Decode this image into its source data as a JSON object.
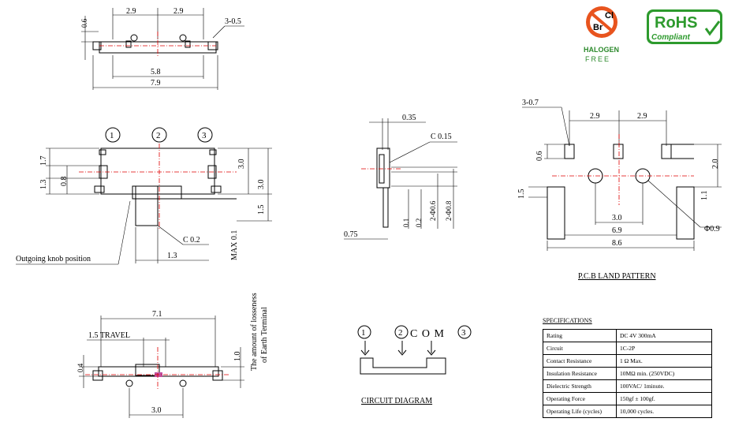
{
  "badges": {
    "halogen": {
      "line1": "Cl",
      "line2": "Br",
      "label1": "HALOGEN",
      "label2": "FREE",
      "color": "#e8541e",
      "label_color": "#2d8a2d"
    },
    "rohs": {
      "line1": "RoHS",
      "line2": "Compliant",
      "color": "#2d9a2d"
    }
  },
  "top_view": {
    "dims": [
      "0.6",
      "2.9",
      "2.9",
      "3-0.5",
      "5.8",
      "7.9"
    ]
  },
  "front_view": {
    "pins": [
      "1",
      "2",
      "3"
    ],
    "dims": [
      "1.7",
      "1.3",
      "0.8",
      "3.0",
      "3.0",
      "1.5",
      "C 0.2",
      "1.3",
      "MAX 0.1"
    ],
    "callout": "Outgoing knob position"
  },
  "side_view": {
    "dims": [
      "0.35",
      "C 0.15",
      "0.1",
      "0.2",
      "2-Φ0.6",
      "2-Φ0.8",
      "0.75"
    ]
  },
  "pcb": {
    "dims": [
      "3-0.7",
      "2.9",
      "2.9",
      "0.6",
      "2.0",
      "1.5",
      "1.1",
      "3.0",
      "6.9",
      "8.6",
      "Φ0.9"
    ],
    "title": "P.C.B LAND PATTERN"
  },
  "bottom_view": {
    "dims": [
      "7.1",
      "1.5 TRAVEL",
      "0.4",
      "1.0",
      "3.0"
    ],
    "note_line1": "The amount of losseness",
    "note_line2": "of Earth Terminal"
  },
  "circuit": {
    "pins": [
      "1",
      "2",
      "3"
    ],
    "com_label": "C O M",
    "title": "CIRCUIT DIAGRAM"
  },
  "specifications": {
    "title": "SPECIFICATIONS",
    "rows": [
      {
        "key": "Rating",
        "value": "DC 4V 300mA"
      },
      {
        "key": "Circuit",
        "value": "1C-2P"
      },
      {
        "key": "Contact Resistance",
        "value": "1 Ω Max."
      },
      {
        "key": "Insulation Resistance",
        "value": "10MΩ min. (250VDC)"
      },
      {
        "key": "Dielectric Strength",
        "value": "100VAC/ 1minute."
      },
      {
        "key": "Operating Force",
        "value": "150gf ± 100gf."
      },
      {
        "key": "Operating Life (cycles)",
        "value": "10,000 cycles."
      }
    ]
  }
}
